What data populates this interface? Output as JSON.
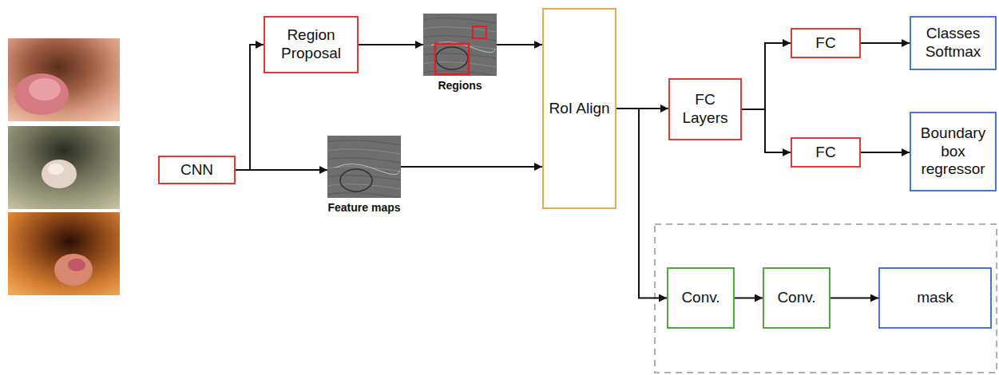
{
  "diagram": {
    "nodes": [
      {
        "text": [
          "CNN"
        ]
      },
      {
        "text": [
          "Region Proposal"
        ]
      },
      {
        "text": [
          "Regions"
        ]
      },
      {
        "text": [
          "Feature maps"
        ]
      },
      {
        "text": [
          "RoI Align"
        ]
      },
      {
        "text": [
          "FC Layers"
        ]
      },
      {
        "text": [
          "FC"
        ]
      },
      {
        "text": [
          "FC"
        ]
      },
      {
        "text": [
          "Classes Softmax"
        ]
      },
      {
        "text": [
          "Boundary box regressor"
        ]
      },
      {
        "text": [
          "Conv."
        ]
      },
      {
        "text": [
          "Conv."
        ]
      },
      {
        "text": [
          "mask"
        ]
      }
    ],
    "edges": [
      {
        "from": 0,
        "to": 1,
        "arrow": "to"
      },
      {
        "from": 0,
        "to": 3,
        "arrow": "to"
      },
      {
        "from": 1,
        "to": 2,
        "arrow": "to"
      },
      {
        "from": 2,
        "to": 4,
        "arrow": "to"
      },
      {
        "from": 3,
        "to": 4,
        "arrow": "to"
      },
      {
        "from": 4,
        "to": 5,
        "arrow": "to"
      },
      {
        "from": 5,
        "to": 6,
        "arrow": "to"
      },
      {
        "from": 5,
        "to": 7,
        "arrow": "to"
      },
      {
        "from": 6,
        "to": 8,
        "arrow": "to"
      },
      {
        "from": 7,
        "to": 9,
        "arrow": "to"
      },
      {
        "from": 4,
        "to": 10,
        "arrow": "to"
      },
      {
        "from": 10,
        "to": 11,
        "arrow": "to"
      },
      {
        "from": 11,
        "to": 12,
        "arrow": "to"
      }
    ]
  }
}
